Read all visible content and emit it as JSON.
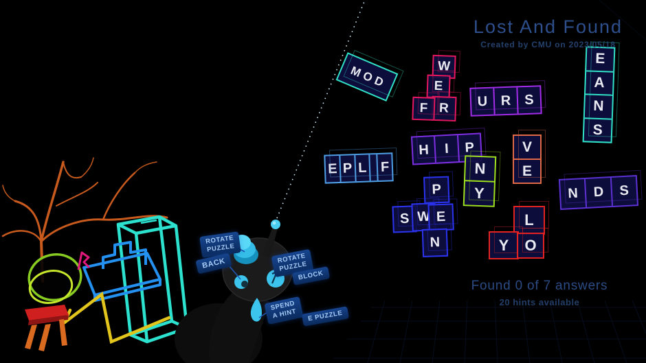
{
  "header": {
    "title": "Lost And Found",
    "subtitle": "Created by CMU on 2023/05/18"
  },
  "status": {
    "found": "Found 0 of 7 answers",
    "hints": "20 hints available"
  },
  "controller": {
    "labels": {
      "rotate_puzzle": [
        "ROTATE",
        "PUZZLE"
      ],
      "back": "BACK",
      "rotate_puzzle_block": [
        "ROTATE",
        "PUZZLE"
      ],
      "block": "BLOCK",
      "spend_a_hint": [
        "SPEND",
        "A HINT"
      ],
      "move_puzzle_partial": "E PUZZLE"
    },
    "accent_color": "#3cc4ec",
    "label_bg_color": "#0e316b",
    "label_text_color": "#a6cbf7"
  },
  "puzzle": {
    "blocks": {
      "mod": {
        "letters": [
          "M",
          "O",
          "D"
        ],
        "color": "#30e2c6"
      },
      "wer_fr": {
        "letters": [
          "W",
          "E",
          "R",
          "F"
        ],
        "color": "#e5175c"
      },
      "urs": {
        "letters": [
          "U",
          "R",
          "S"
        ],
        "color": "#a32ce8"
      },
      "eans": {
        "letters": [
          "E",
          "A",
          "N",
          "S"
        ],
        "color": "#30e2c6"
      },
      "hip": {
        "letters": [
          "H",
          "I",
          "P"
        ],
        "color": "#7c2ee0"
      },
      "ny": {
        "letters": [
          "N",
          "Y"
        ],
        "color": "#9fe01c"
      },
      "ve": {
        "letters": [
          "V",
          "E"
        ],
        "color": "#e06a45"
      },
      "eplf": {
        "letters": [
          "E",
          "P",
          "L",
          "F"
        ],
        "color": "#4e9fe3"
      },
      "pen_swe": {
        "letters": [
          "P",
          "S",
          "W",
          "E",
          "N"
        ],
        "color": "#2b33ee"
      },
      "lyo": {
        "letters": [
          "L",
          "Y",
          "O"
        ],
        "color": "#e52222"
      },
      "nds": {
        "letters": [
          "N",
          "D",
          "S"
        ],
        "color": "#5c30d2"
      }
    }
  },
  "colors": {
    "title_text": "#2d4f8c",
    "status_text": "#2b4b84",
    "ray": "#d9f3ff"
  }
}
